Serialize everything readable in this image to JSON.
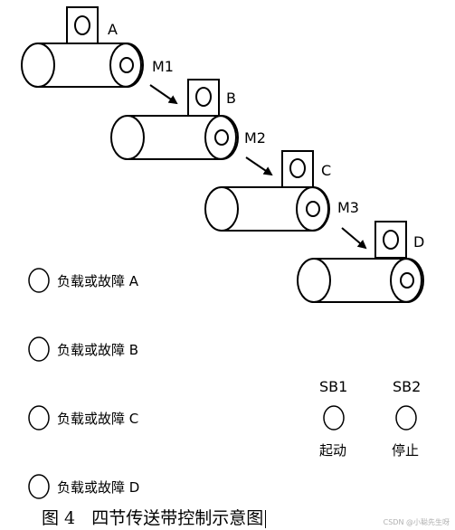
{
  "conveyors": [
    {
      "box_label": "A",
      "motor_label": "M1"
    },
    {
      "box_label": "B",
      "motor_label": "M2"
    },
    {
      "box_label": "C",
      "motor_label": "M3"
    },
    {
      "box_label": "D"
    }
  ],
  "fault_indicators": [
    {
      "label": "负载或故障 A"
    },
    {
      "label": "负载或故障 B"
    },
    {
      "label": "负载或故障 C"
    },
    {
      "label": "负载或故障 D"
    }
  ],
  "buttons": {
    "sb1": {
      "code": "SB1",
      "text": "起动"
    },
    "sb2": {
      "code": "SB2",
      "text": "停止"
    }
  },
  "caption": "图 4   四节传送带控制示意图",
  "watermark": "CSDN @小聪先生呀"
}
